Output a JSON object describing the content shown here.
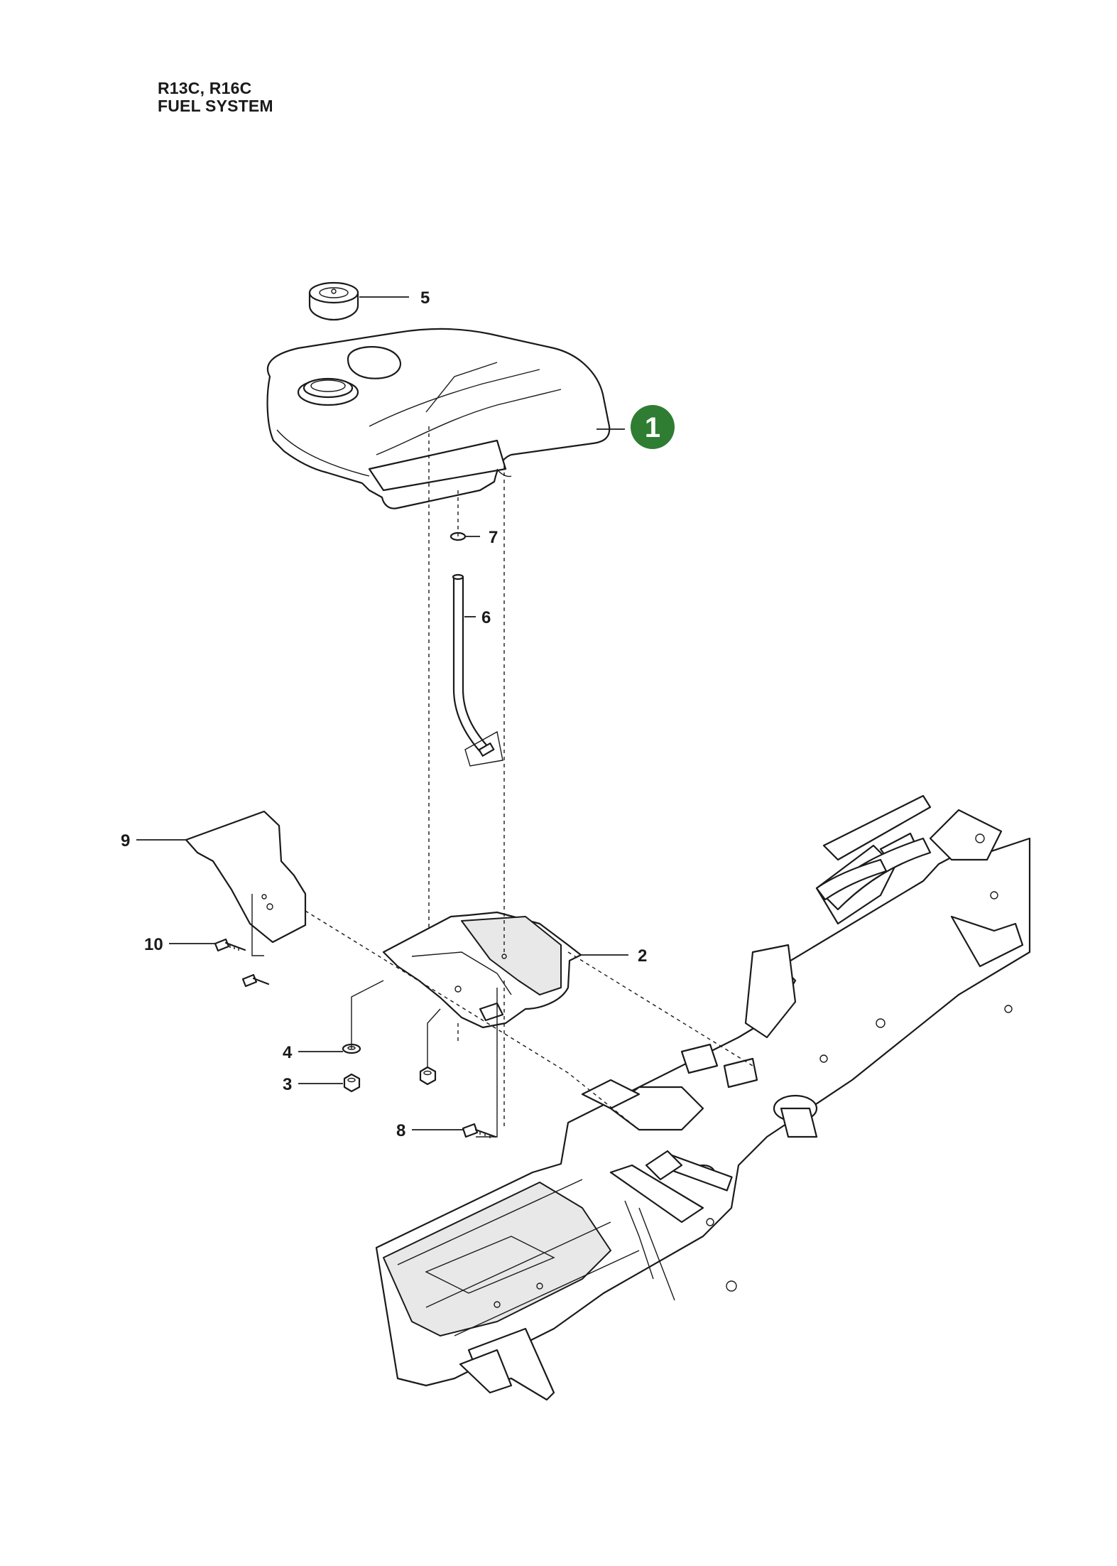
{
  "header": {
    "models": "R13C, R16C",
    "section": "FUEL SYSTEM"
  },
  "callouts": {
    "c1": "1",
    "c2": "2",
    "c3": "3",
    "c4": "4",
    "c5": "5",
    "c6": "6",
    "c7": "7",
    "c8": "8",
    "c9": "9",
    "c10": "10"
  },
  "colors": {
    "badge": "#2e7d32",
    "line": "#1a1a1a",
    "background": "#ffffff"
  }
}
